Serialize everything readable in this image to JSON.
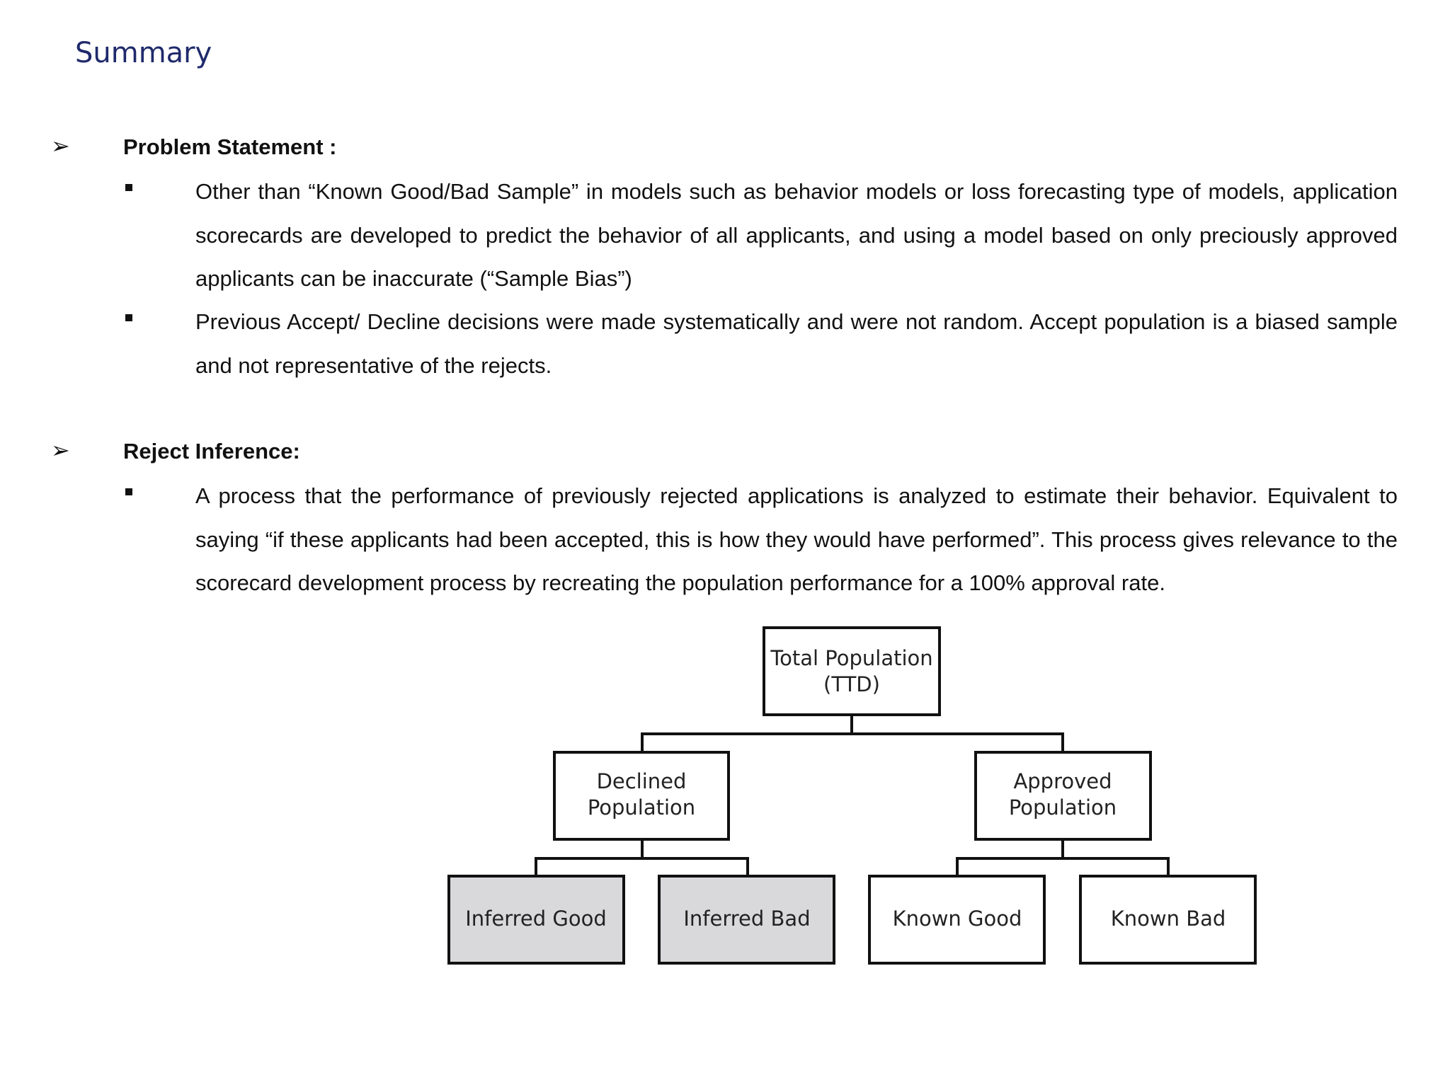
{
  "title": "Summary",
  "sections": [
    {
      "heading": "Problem Statement :",
      "bullets": [
        "Other than “Known Good/Bad Sample” in models such as behavior models or loss forecasting type of models, application scorecards are developed to predict the behavior of all applicants, and using a model based on only preciously approved applicants can be inaccurate (“Sample Bias”)",
        "Previous Accept/ Decline decisions were made systematically and were not random. Accept population is a biased sample and not representative of the rejects."
      ]
    },
    {
      "heading": "Reject Inference:",
      "bullets": [
        "A process that the performance of previously rejected applications is analyzed to estimate their behavior. Equivalent to saying “if these applicants had been accepted, this is how they would have performed”. This process gives relevance to the scorecard development process by recreating the population performance for a 100% approval rate."
      ]
    }
  ],
  "diagram": {
    "root": [
      "Total Population",
      "(TTD)"
    ],
    "declined": [
      "Declined",
      "Population"
    ],
    "approved": [
      "Approved",
      "Population"
    ],
    "inferred_good": "Inferred Good",
    "inferred_bad": "Inferred Bad",
    "known_good": "Known Good",
    "known_bad": "Known Bad",
    "inferred_fill": "#d9d8db",
    "known_fill": "#ffffff"
  }
}
